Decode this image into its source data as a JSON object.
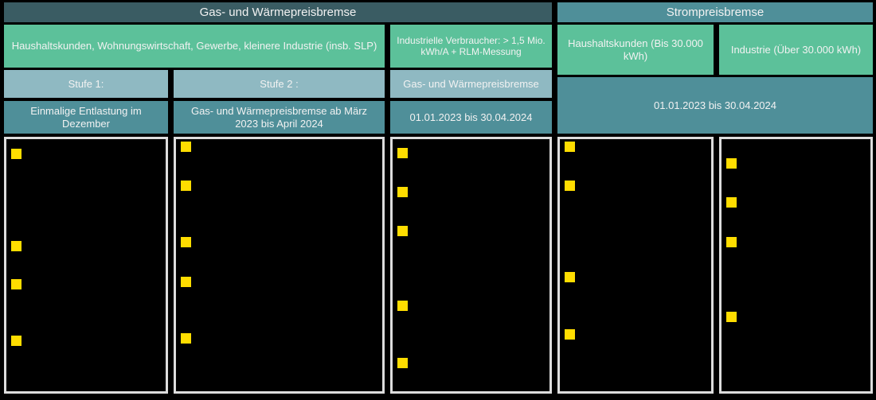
{
  "sections": [
    {
      "id": "gas-waerme",
      "title": "Gas- und Wärmepreisbremse",
      "customer_groups": [
        {
          "id": "slp",
          "label": "Haushaltskunden, Wohnungswirtschaft, Gewerbe, kleinere Industrie (insb. SLP)"
        },
        {
          "id": "rlm",
          "label": "Industrielle Verbraucher:  > 1,5 Mio. kWh/A + RLM-Messung"
        }
      ],
      "stages": [
        {
          "id": "stufe-1",
          "label": "Stufe 1:"
        },
        {
          "id": "stufe-2",
          "label": "Stufe 2 :"
        },
        {
          "id": "gas-waerme-preisbremse",
          "label": "Gas- und Wärmepreisbremse"
        }
      ],
      "periods": [
        {
          "id": "dezember-entlastung",
          "label": "Einmalige Entlastung im Dezember"
        },
        {
          "id": "maerz-2023-april-2024",
          "label": "Gas- und Wärmepreisbremse ab März 2023 bis April 2024"
        },
        {
          "id": "jan-2023-apr-2024",
          "label": "01.01.2023 bis 30.04.2024"
        }
      ]
    },
    {
      "id": "strom",
      "title": "Strompreisbremse",
      "customer_groups": [
        {
          "id": "haushalt",
          "label": "Haushaltskunden (Bis 30.000 kWh)"
        },
        {
          "id": "industrie",
          "label": "Industrie (Über 30.000 kWh)"
        }
      ],
      "periods": [
        {
          "id": "strom-jan-2023-apr-2024",
          "label": "01.01.2023 bis 30.04.2024"
        }
      ]
    }
  ],
  "content_panels": [
    {
      "id": "panel-stufe-1",
      "bullet_count": 4,
      "bullets": [
        "",
        "",
        "",
        ""
      ]
    },
    {
      "id": "panel-stufe-2",
      "bullet_count": 5,
      "bullets": [
        "",
        "",
        "",
        "",
        ""
      ]
    },
    {
      "id": "panel-rlm",
      "bullet_count": 5,
      "bullets": [
        "",
        "",
        "",
        "",
        ""
      ]
    },
    {
      "id": "panel-haushalt",
      "bullet_count": 4,
      "bullets": [
        "",
        "",
        "",
        ""
      ]
    },
    {
      "id": "panel-industrie",
      "bullet_count": 4,
      "bullets": [
        "",
        "",
        "",
        ""
      ]
    }
  ],
  "colors": {
    "header_dark": "#3a5c63",
    "header_teal": "#4f8f99",
    "group_green": "#5cc19a",
    "stage_lightblue": "#8fb9c2",
    "bullet_yellow": "#ffdd00",
    "panel_background": "#000000",
    "panel_border": "#dddddd",
    "canvas": "#000000"
  }
}
